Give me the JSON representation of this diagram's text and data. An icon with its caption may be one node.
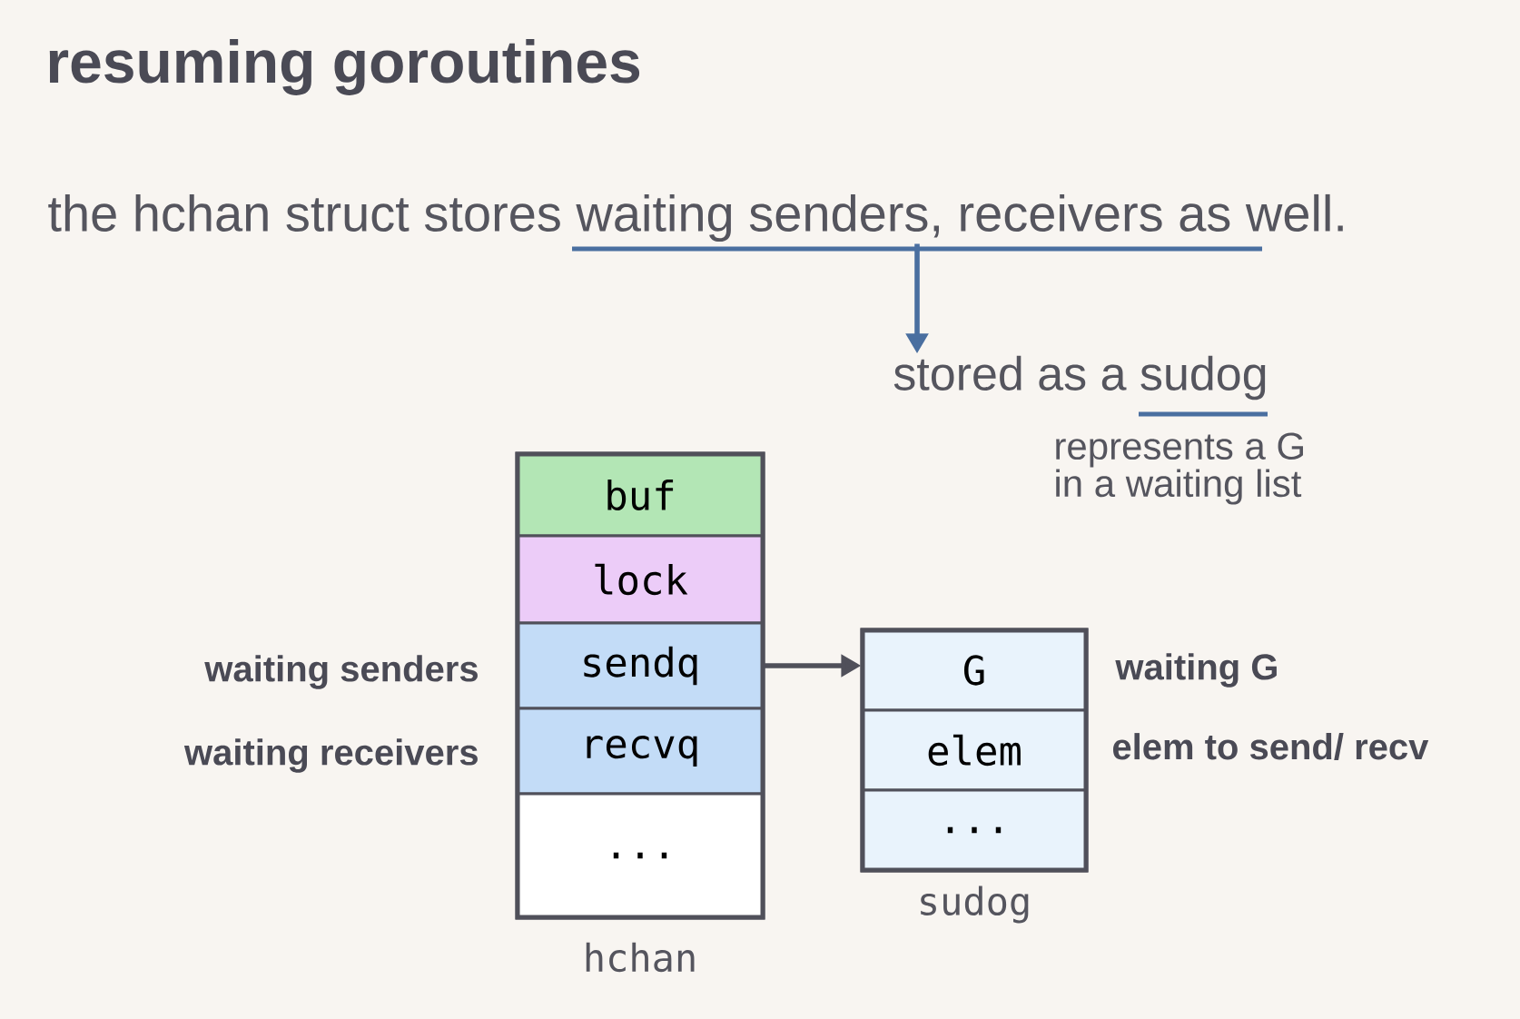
{
  "diagram": {
    "title": "resuming goroutines",
    "nodes": [
      {
        "text": [
          "the hchan struct stores waiting senders, receivers as well."
        ]
      },
      {
        "text": [
          "stored as a sudog"
        ]
      },
      {
        "text": [],
        "shape": "box",
        "beside": [
          "hchan"
        ]
      },
      {
        "text": [
          "buf"
        ],
        "in": 2
      },
      {
        "text": [
          "lock"
        ],
        "in": 2
      },
      {
        "text": [
          "sendq"
        ],
        "in": 2,
        "beside": [
          "waiting senders"
        ]
      },
      {
        "text": [
          "recvq"
        ],
        "in": 2,
        "beside": [
          "waiting receivers"
        ]
      },
      {
        "text": [
          "..."
        ],
        "in": 2
      },
      {
        "text": [],
        "shape": "box",
        "beside": [
          "sudog"
        ]
      },
      {
        "text": [
          "G"
        ],
        "in": 8,
        "beside": [
          "waiting G"
        ]
      },
      {
        "text": [
          "elem"
        ],
        "in": 8,
        "beside": [
          "elem to send/ recv"
        ]
      },
      {
        "text": [
          "..."
        ],
        "in": 8
      }
    ],
    "edges": [
      {
        "from": 0,
        "to": 1,
        "arrow": "to",
        "color": "#4a6fa0"
      },
      {
        "from": 5,
        "to": 9,
        "arrow": "to"
      }
    ],
    "labels": [
      "represents a G in a waiting list"
    ]
  }
}
